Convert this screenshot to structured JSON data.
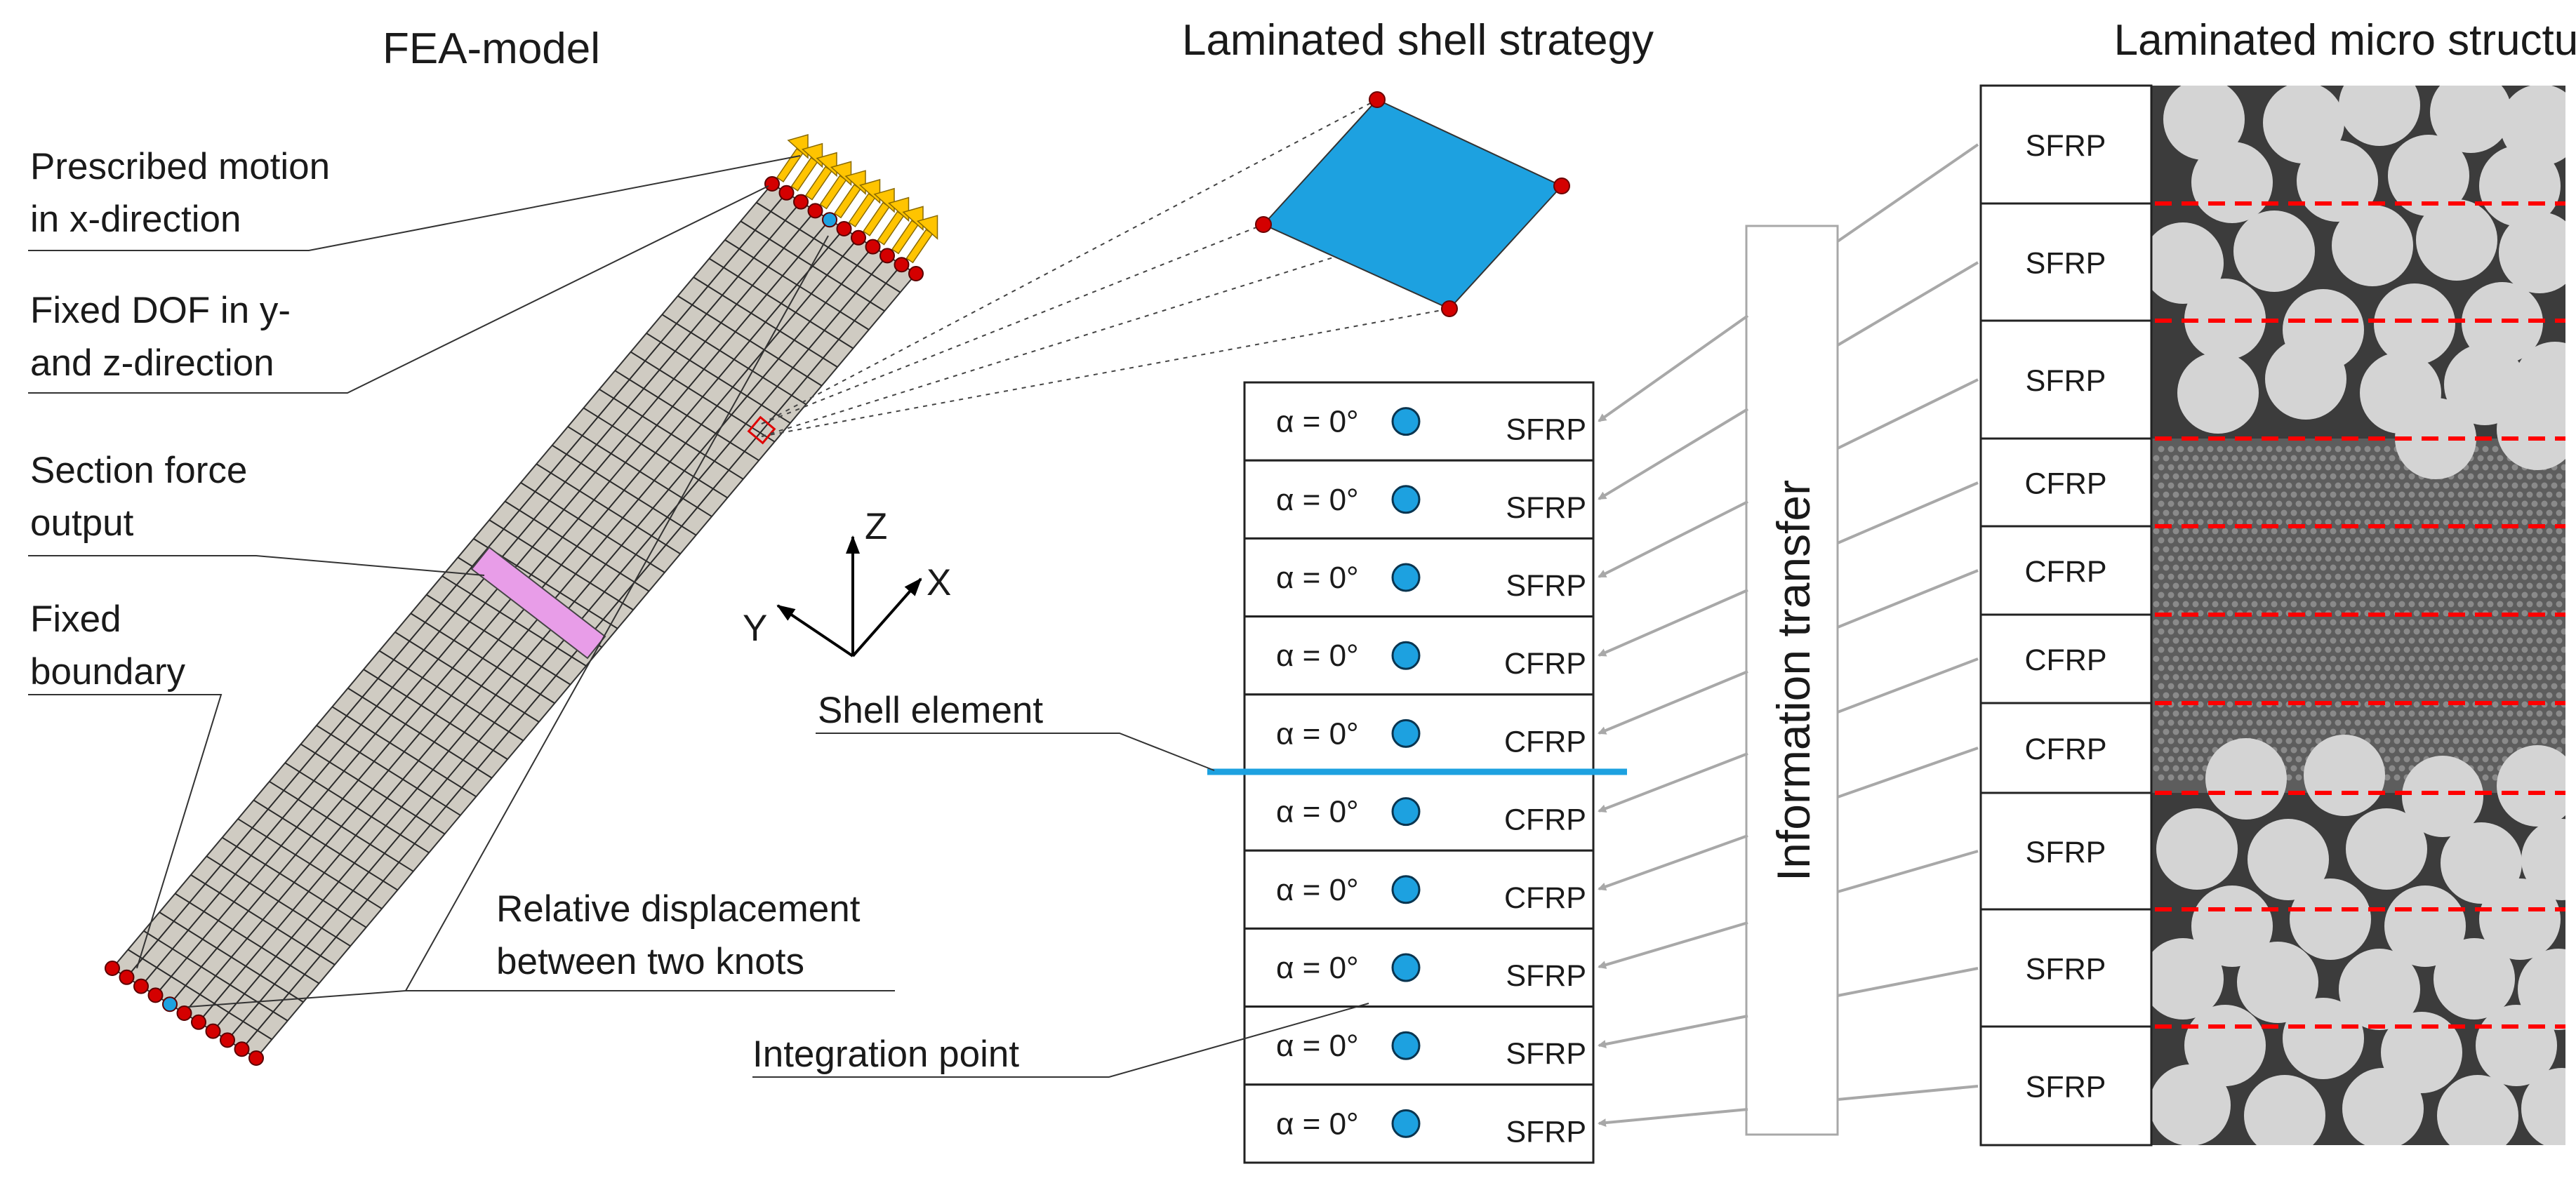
{
  "headings": {
    "fea_model": "FEA-model",
    "shell_strategy": "Laminated shell strategy",
    "micro_structure": "Laminated micro structure"
  },
  "labels": {
    "prescribed_motion": [
      "Prescribed motion",
      "in x-direction"
    ],
    "fixed_dof": [
      "Fixed DOF in y-",
      "and z-direction"
    ],
    "section_force": [
      "Section force",
      "output"
    ],
    "fixed_boundary": [
      "Fixed",
      "boundary"
    ],
    "relative_displacement": [
      "Relative displacement",
      "between two knots"
    ],
    "shell_element": "Shell element",
    "integration_point": "Integration point",
    "information_transfer": "Information transfer"
  },
  "axes": {
    "z": "Z",
    "y": "Y",
    "x": "X"
  },
  "shell_layers": [
    {
      "angle": "α = 0°",
      "material": "SFRP"
    },
    {
      "angle": "α = 0°",
      "material": "SFRP"
    },
    {
      "angle": "α = 0°",
      "material": "SFRP"
    },
    {
      "angle": "α = 0°",
      "material": "CFRP"
    },
    {
      "angle": "α = 0°",
      "material": "CFRP"
    },
    {
      "angle": "α = 0°",
      "material": "CFRP"
    },
    {
      "angle": "α = 0°",
      "material": "CFRP"
    },
    {
      "angle": "α = 0°",
      "material": "SFRP"
    },
    {
      "angle": "α = 0°",
      "material": "SFRP"
    },
    {
      "angle": "α = 0°",
      "material": "SFRP"
    }
  ],
  "micro_layers": [
    "SFRP",
    "SFRP",
    "SFRP",
    "CFRP",
    "CFRP",
    "CFRP",
    "CFRP",
    "SFRP",
    "SFRP",
    "SFRP"
  ],
  "colors": {
    "element_fill": "#1da1e0",
    "node_red": "#d40000",
    "node_blue": "#1da1e0",
    "arrow_yellow": "#ffc400",
    "section_pink": "#e89de8",
    "mesh_fill": "#cfcbc2",
    "dashed_red": "#ff0000",
    "micro_bg": "#3c3c3c",
    "fiber": "#d4d4d4"
  }
}
